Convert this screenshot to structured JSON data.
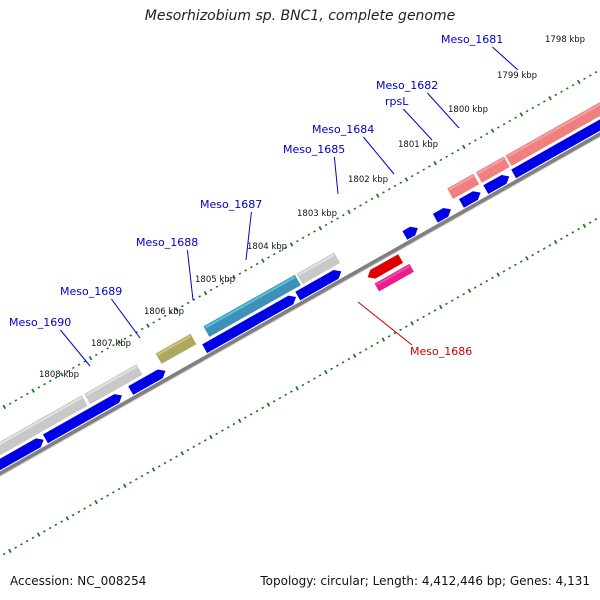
{
  "title": "Mesorhizobium sp. BNC1, complete genome",
  "footer": {
    "accession": "Accession: NC_008254",
    "summary": "Topology: circular; Length: 4,412,446 bp; Genes: 4,131"
  },
  "colors": {
    "cds_blue": "#0000e6",
    "rrna_pink": "#f08080",
    "trna_red": "#e00000",
    "pseudo_grey": "#c8c8c8",
    "misc_olive": "#b0a860",
    "cyan_feature": "#40c8d8",
    "label_blue": "#0000cc",
    "label_red": "#cc0000",
    "tick_green": "#1a7a1a",
    "backbone": "#808080"
  },
  "ticks": [
    {
      "label": "1798 kbp",
      "kbp": 1798
    },
    {
      "label": "1799 kbp",
      "kbp": 1799
    },
    {
      "label": "1800 kbp",
      "kbp": 1800
    },
    {
      "label": "1801 kbp",
      "kbp": 1801
    },
    {
      "label": "1802 kbp",
      "kbp": 1802
    },
    {
      "label": "1803 kbp",
      "kbp": 1803
    },
    {
      "label": "1804 kbp",
      "kbp": 1804
    },
    {
      "label": "1805 kbp",
      "kbp": 1805
    },
    {
      "label": "1806 kbp",
      "kbp": 1806
    },
    {
      "label": "1807 kbp",
      "kbp": 1807
    },
    {
      "label": "1808 kbp",
      "kbp": 1808
    }
  ],
  "gene_labels": [
    {
      "name": "Meso_1681"
    },
    {
      "name": "Meso_1682"
    },
    {
      "name": "rpsL"
    },
    {
      "name": "Meso_1684"
    },
    {
      "name": "Meso_1685"
    },
    {
      "name": "Meso_1687"
    },
    {
      "name": "Meso_1688"
    },
    {
      "name": "Meso_1689"
    },
    {
      "name": "Meso_1690"
    },
    {
      "name": "Meso_1686"
    }
  ]
}
